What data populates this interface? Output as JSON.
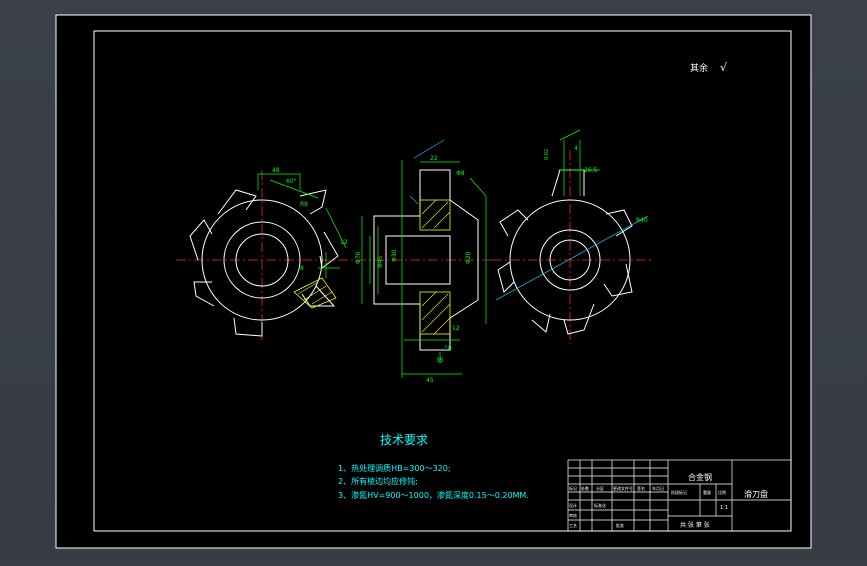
{
  "roughness_note": {
    "label": "其余",
    "symbol": "√"
  },
  "tech": {
    "title": "技术要求",
    "items": [
      "1、热处理调质HB=300～320;",
      "2、所有棱边均应修钝;",
      "3、渗氮HV=900～1000，渗氮深度0.15～0.20MM."
    ]
  },
  "title_block": {
    "material": "合金钢",
    "part_name": "滑刀盘",
    "scale": "1:1",
    "sheets": "共 张 第 张",
    "row_labels": [
      "设计",
      "审核",
      "工艺"
    ],
    "col_labels": [
      "标记",
      "处数",
      "分区",
      "更改文件号",
      "签名",
      "年月日"
    ],
    "stage_labels": [
      "阶段标记",
      "重量",
      "比例"
    ],
    "standardized": "标准化",
    "approve": "批准"
  },
  "dims": {
    "left": [
      "60°",
      "48",
      "R8",
      "12",
      "8"
    ],
    "mid": [
      "Φ8",
      "22",
      "Φ30",
      "Φ45",
      "Φ70",
      "Φ20",
      "18",
      "35",
      "45",
      "12"
    ],
    "right": [
      "R40",
      "4",
      "26.5",
      "0.02"
    ]
  },
  "colors": {
    "background": "#000000",
    "frame": "#ffffff",
    "dimension": "#00ff00",
    "centerline": "#ff2020",
    "hatch": "#ffff00",
    "text_cyan": "#00ffff",
    "leader_cyan": "#00d8ff"
  }
}
